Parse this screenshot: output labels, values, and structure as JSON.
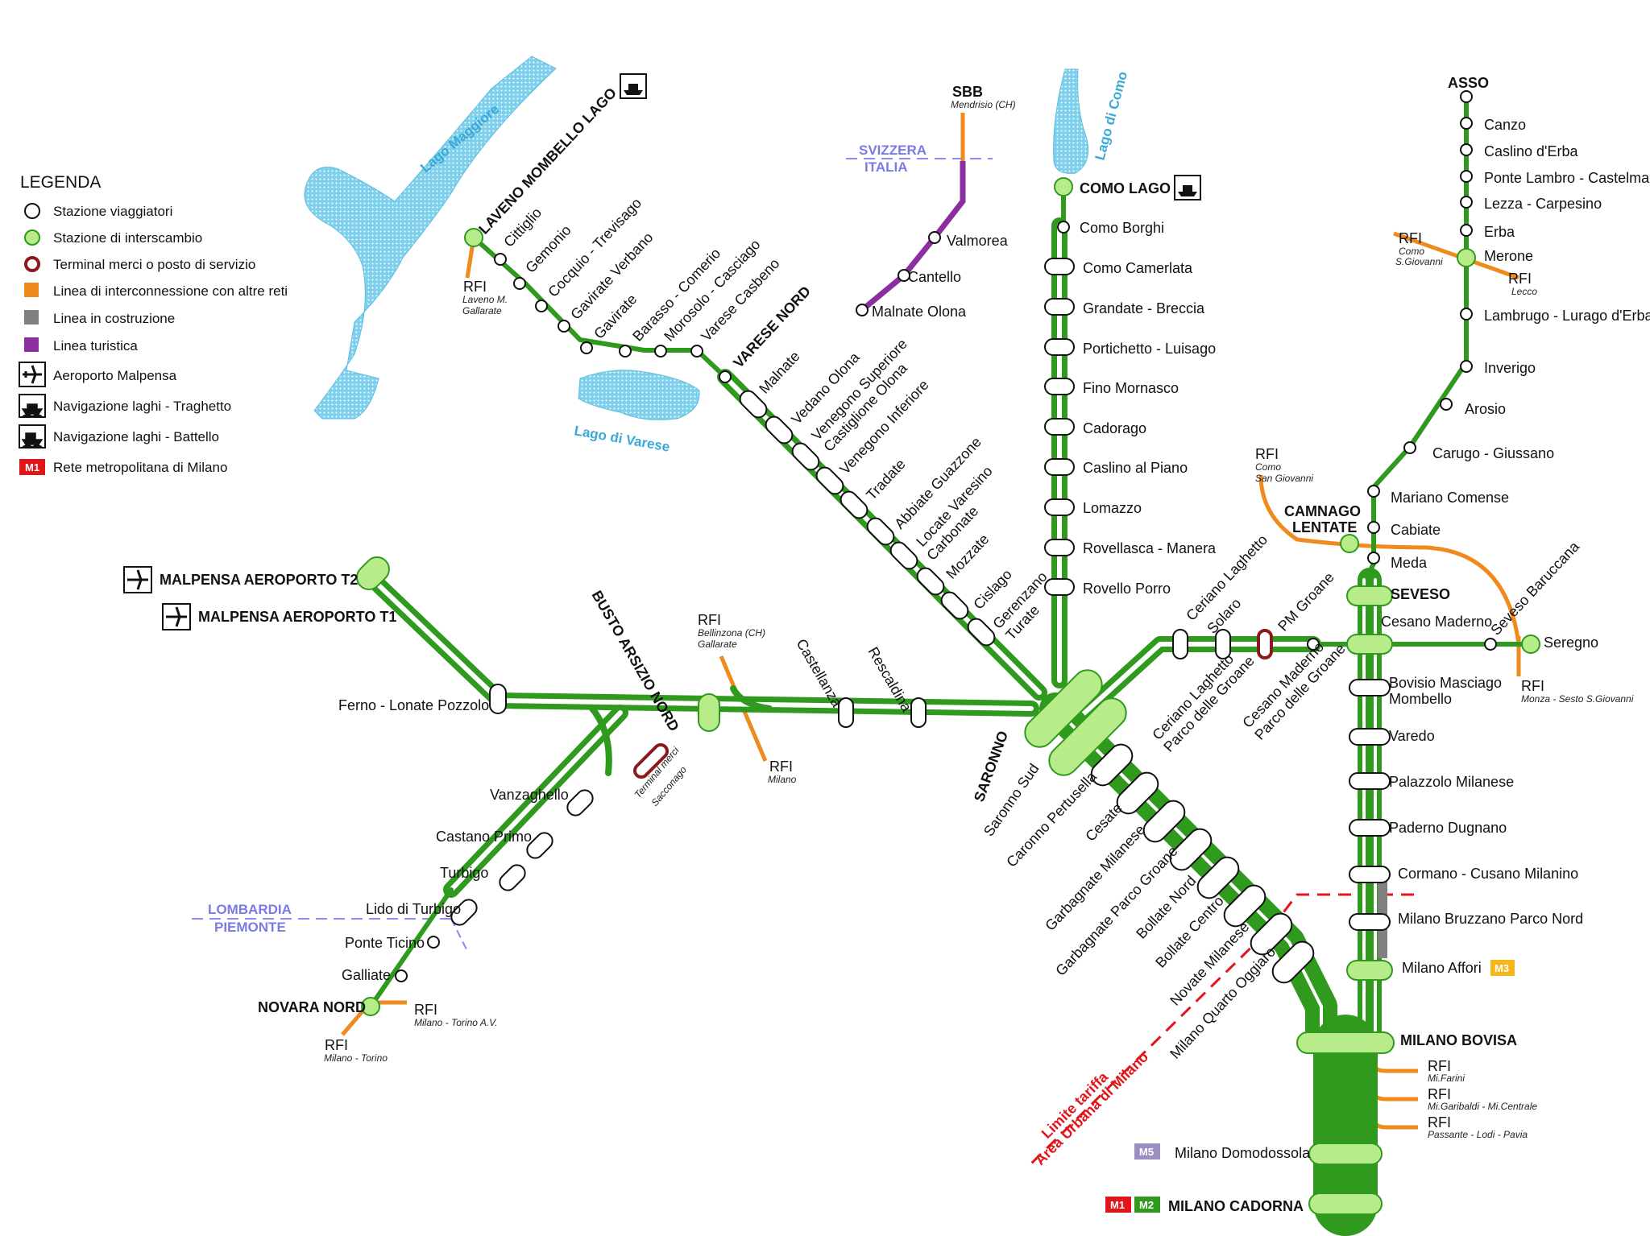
{
  "legend": {
    "title": "LEGENDA",
    "items": [
      {
        "key": "passenger",
        "label": "Stazione viaggiatori"
      },
      {
        "key": "interchange",
        "label": "Stazione di interscambio"
      },
      {
        "key": "freight",
        "label": "Terminal merci o posto di servizio"
      },
      {
        "key": "interconn",
        "label": "Linea di interconnessione con altre reti"
      },
      {
        "key": "construction",
        "label": "Linea in costruzione"
      },
      {
        "key": "tourist",
        "label": "Linea turistica"
      },
      {
        "key": "airport",
        "label": "Aeroporto Malpensa"
      },
      {
        "key": "ferry",
        "label": "Navigazione laghi - Traghetto"
      },
      {
        "key": "boat",
        "label": "Navigazione laghi - Battello"
      },
      {
        "key": "metro",
        "label": "Rete metropolitana di Milano"
      }
    ]
  },
  "colors": {
    "line": "#2f9a1e",
    "interchange": "#b8ec8a",
    "interconn": "#f08a1c",
    "construction": "#808080",
    "tourist": "#8b2fa0",
    "lake": "#7fd0ec",
    "border": "#8a8af0",
    "limit": "#e0161b",
    "m1": "#e0161b",
    "m2": "#2f9a1e",
    "m3": "#f5b51c",
    "m5": "#9a8fc0"
  },
  "lakes": {
    "maggiore": "Lago Maggiore",
    "varese": "Lago di Varese",
    "como": "Lago di Como"
  },
  "borders": {
    "svizzera": "SVIZZERA",
    "italia": "ITALIA",
    "lombardia": "LOMBARDIA",
    "piemonte": "PIEMONTE"
  },
  "limit_label": [
    "Limite tariffa",
    "Area Urbana di Milano"
  ],
  "stations": {
    "laveno": "LAVENO MOMBELLO LAGO",
    "cittiglio": "Cittiglio",
    "gemonio": "Gemonio",
    "cocquio": "Cocquio - Trevisago",
    "gavirate_verbano": "Gavirate Verbano",
    "gavirate": "Gavirate",
    "barasso": "Barasso - Comerio",
    "morosolo": "Morosolo - Casciago",
    "varese_casbeno": "Varese Casbeno",
    "varese_nord": "VARESE NORD",
    "malnate": "Malnate",
    "vedano": "Vedano Olona",
    "venegono_sup": "Venegono Superiore",
    "castiglione": "Castiglione Olona",
    "venegono_inf": "Venegono Inferiore",
    "tradate": "Tradate",
    "abbiate": "Abbiate Guazzone",
    "locate": "Locate Varesino",
    "carbonate": "Carbonate",
    "mozzate": "Mozzate",
    "cislago": "Cislago",
    "gerenzano": "Gerenzano",
    "turate": "Turate",
    "sbb": "SBB",
    "mendrisio": "Mendrisio (CH)",
    "valmorea": "Valmorea",
    "cantello": "Cantello",
    "malnate_olona": "Malnate Olona",
    "como_lago": "COMO LAGO",
    "como_borghi": "Como Borghi",
    "como_camerlata": "Como Camerlata",
    "grandate": "Grandate - Breccia",
    "portichetto": "Portichetto - Luisago",
    "fino": "Fino Mornasco",
    "cadorago": "Cadorago",
    "caslino_piano": "Caslino al Piano",
    "lomazzo": "Lomazzo",
    "rovellasca": "Rovellasca - Manera",
    "rovello": "Rovello Porro",
    "asso": "ASSO",
    "canzo": "Canzo",
    "caslino_erba": "Caslino d'Erba",
    "ponte_lambro": "Ponte Lambro - Castelmarte",
    "lezza": "Lezza - Carpesino",
    "erba": "Erba",
    "merone": "Merone",
    "lambrugo": "Lambrugo - Lurago d'Erba",
    "inverigo": "Inverigo",
    "arosio": "Arosio",
    "carugo": "Carugo - Giussano",
    "mariano": "Mariano Comense",
    "cabiate": "Cabiate",
    "meda": "Meda",
    "camnago": "CAMNAGO",
    "lentate": "LENTATE",
    "seveso": "SEVESO",
    "cesano_maderno": "Cesano Maderno",
    "seveso_baruccana": "Seveso Baruccana",
    "seregno": "Seregno",
    "bovisio": "Bovisio Masciago",
    "mombello": "Mombello",
    "varedo": "Varedo",
    "palazzolo": "Palazzolo Milanese",
    "paderno": "Paderno Dugnano",
    "cormano": "Cormano - Cusano Milanino",
    "bruzzano": "Milano Bruzzano Parco Nord",
    "affori": "Milano Affori",
    "bovisa": "MILANO BOVISA",
    "domodossola": "Milano Domodossola",
    "cadorna": "MILANO CADORNA",
    "saronno": "SARONNO",
    "saronno_sud": "Saronno Sud",
    "caronno": "Caronno Pertusella",
    "cesate": "Cesate",
    "garbagnate": "Garbagnate Milanese",
    "garbagnate_pg": "Garbagnate Parco Groane",
    "bollate_nord": "Bollate Nord",
    "bollate_centro": "Bollate Centro",
    "novate": "Novate Milanese",
    "quarto_oggiaro": "Milano Quarto Oggiaro",
    "ceriano_solaro": "Ceriano Laghetto",
    "solaro": "Solaro",
    "ceriano_pg1": "Ceriano Laghetto",
    "ceriano_pg2": "Parco delle Groane",
    "pm_groane": "PM Groane",
    "cesano_pg1": "Cesano Maderno",
    "cesano_pg2": "Parco delle Groane",
    "malpensa_t2": "MALPENSA AEROPORTO T2",
    "malpensa_t1": "MALPENSA AEROPORTO T1",
    "ferno": "Ferno - Lonate Pozzolo",
    "busto": "BUSTO ARSIZIO NORD",
    "castellanza": "Castellanza",
    "rescaldina": "Rescaldina",
    "terminal1": "Terminal merci",
    "terminal2": "Sacconago",
    "vanzaghello": "Vanzaghello",
    "castano": "Castano Primo",
    "turbigo": "Turbigo",
    "lido": "Lido di Turbigo",
    "ponte_ticino": "Ponte Ticino",
    "galliate": "Galliate",
    "novara": "NOVARA NORD"
  },
  "rfi": {
    "label": "RFI",
    "laveno": [
      "Laveno M.",
      "Gallarate"
    ],
    "busto_n": [
      "Bellinzona (CH)",
      "Gallarate"
    ],
    "busto_s": [
      "Milano"
    ],
    "novara_e": [
      "Milano - Torino A.V."
    ],
    "novara_s": [
      "Milano - Torino"
    ],
    "camnago": [
      "Como",
      "San Giovanni"
    ],
    "merone_w": [
      "Como",
      "S.Giovanni"
    ],
    "merone_e": [
      "Lecco"
    ],
    "seregno": [
      "Monza - Sesto S.Giovanni"
    ],
    "bovisa1": [
      "Mi.Farini"
    ],
    "bovisa2": [
      "Mi.Garibaldi - Mi.Centrale"
    ],
    "bovisa3": [
      "Passante - Lodi - Pavia"
    ]
  },
  "metro": {
    "m1": "M1",
    "m2": "M2",
    "m3": "M3",
    "m5": "M5"
  }
}
